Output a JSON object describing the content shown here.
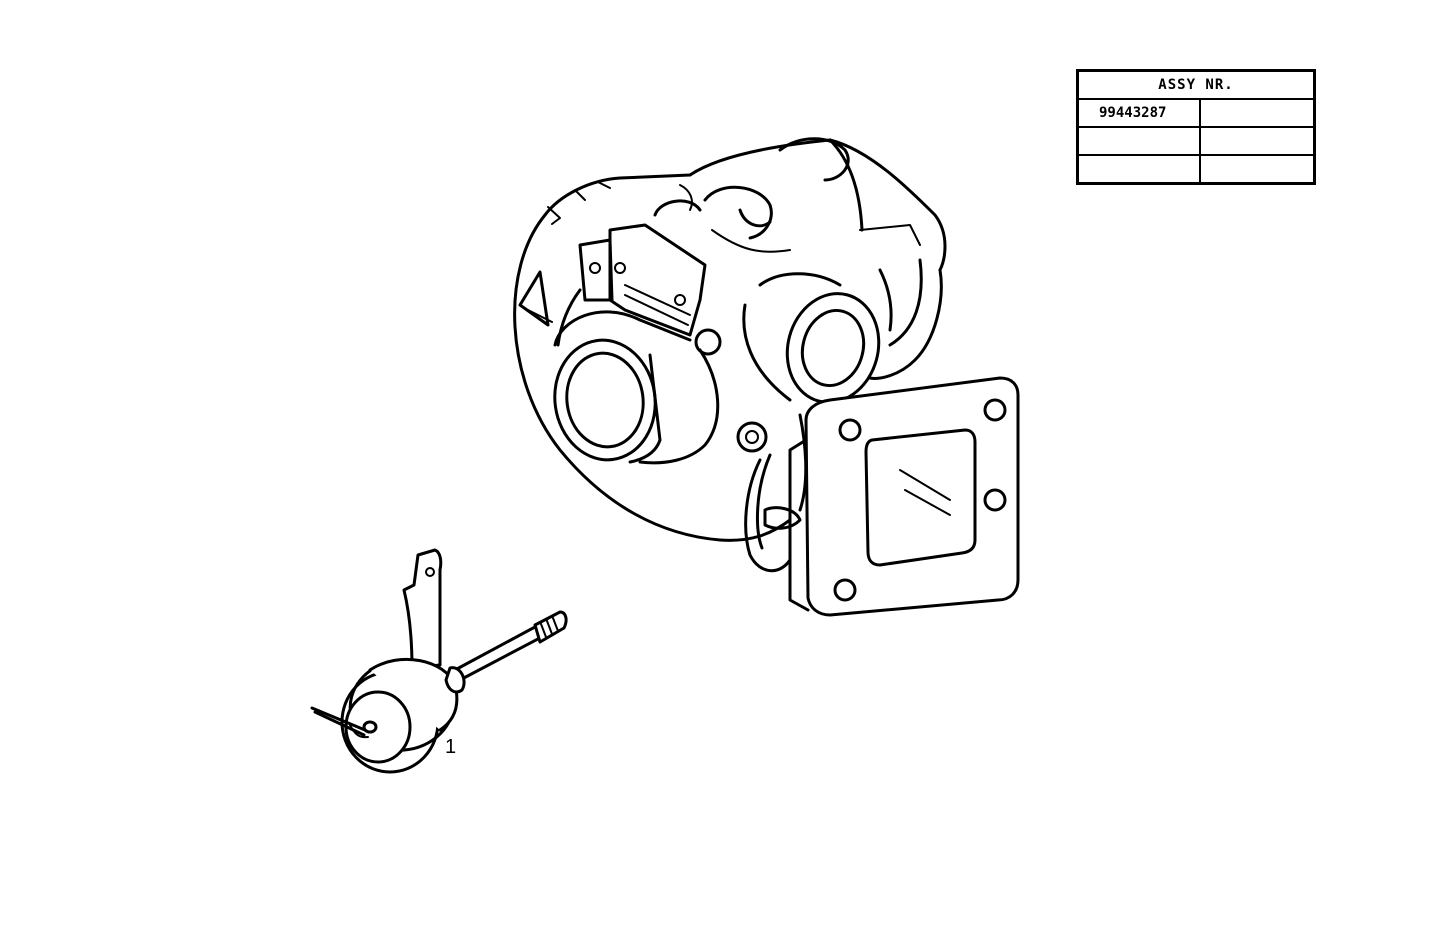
{
  "assy_table": {
    "header": "ASSY NR.",
    "rows": [
      [
        "99443287",
        ""
      ],
      [
        "",
        ""
      ],
      [
        "",
        ""
      ]
    ]
  },
  "callouts": [
    {
      "label": "1"
    }
  ],
  "icons": {
    "turbocharger": "turbocharger-illustration",
    "actuator": "wastegate-actuator-illustration"
  }
}
